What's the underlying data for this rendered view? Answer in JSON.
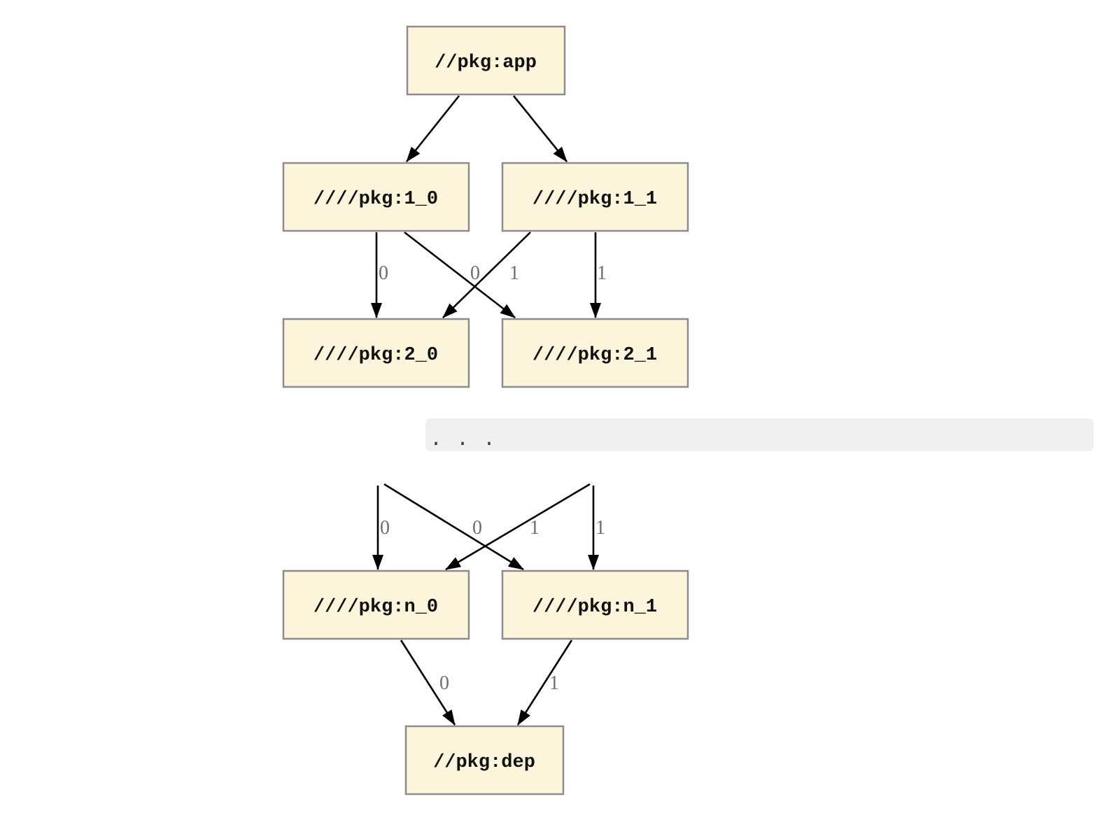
{
  "graph": {
    "nodes": {
      "app": "//pkg:app",
      "level1_0": "////pkg:1_0",
      "level1_1": "////pkg:1_1",
      "level2_0": "////pkg:2_0",
      "level2_1": "////pkg:2_1",
      "leveln_0": "////pkg:n_0",
      "leveln_1": "////pkg:n_1",
      "dep": "//pkg:dep"
    },
    "edge_labels": {
      "l1_0_to_2_0": "0",
      "l1_1_to_2_0": "0",
      "l1_0_to_2_1": "1",
      "l1_1_to_2_1": "1",
      "to_n_0_straight": "0",
      "to_n_0_cross": "0",
      "to_n_1_cross": "1",
      "to_n_1_straight": "1",
      "n_0_to_dep": "0",
      "n_1_to_dep": "1"
    },
    "ellipsis": ". . .",
    "colors": {
      "node_fill": "#FCF5DC",
      "node_border": "#8C8C8C",
      "edge": "#000000",
      "edge_label": "#6E6E6E",
      "ellipsis_band": "#F0F0F0",
      "ellipsis_dots": "#3C3C3C"
    }
  }
}
